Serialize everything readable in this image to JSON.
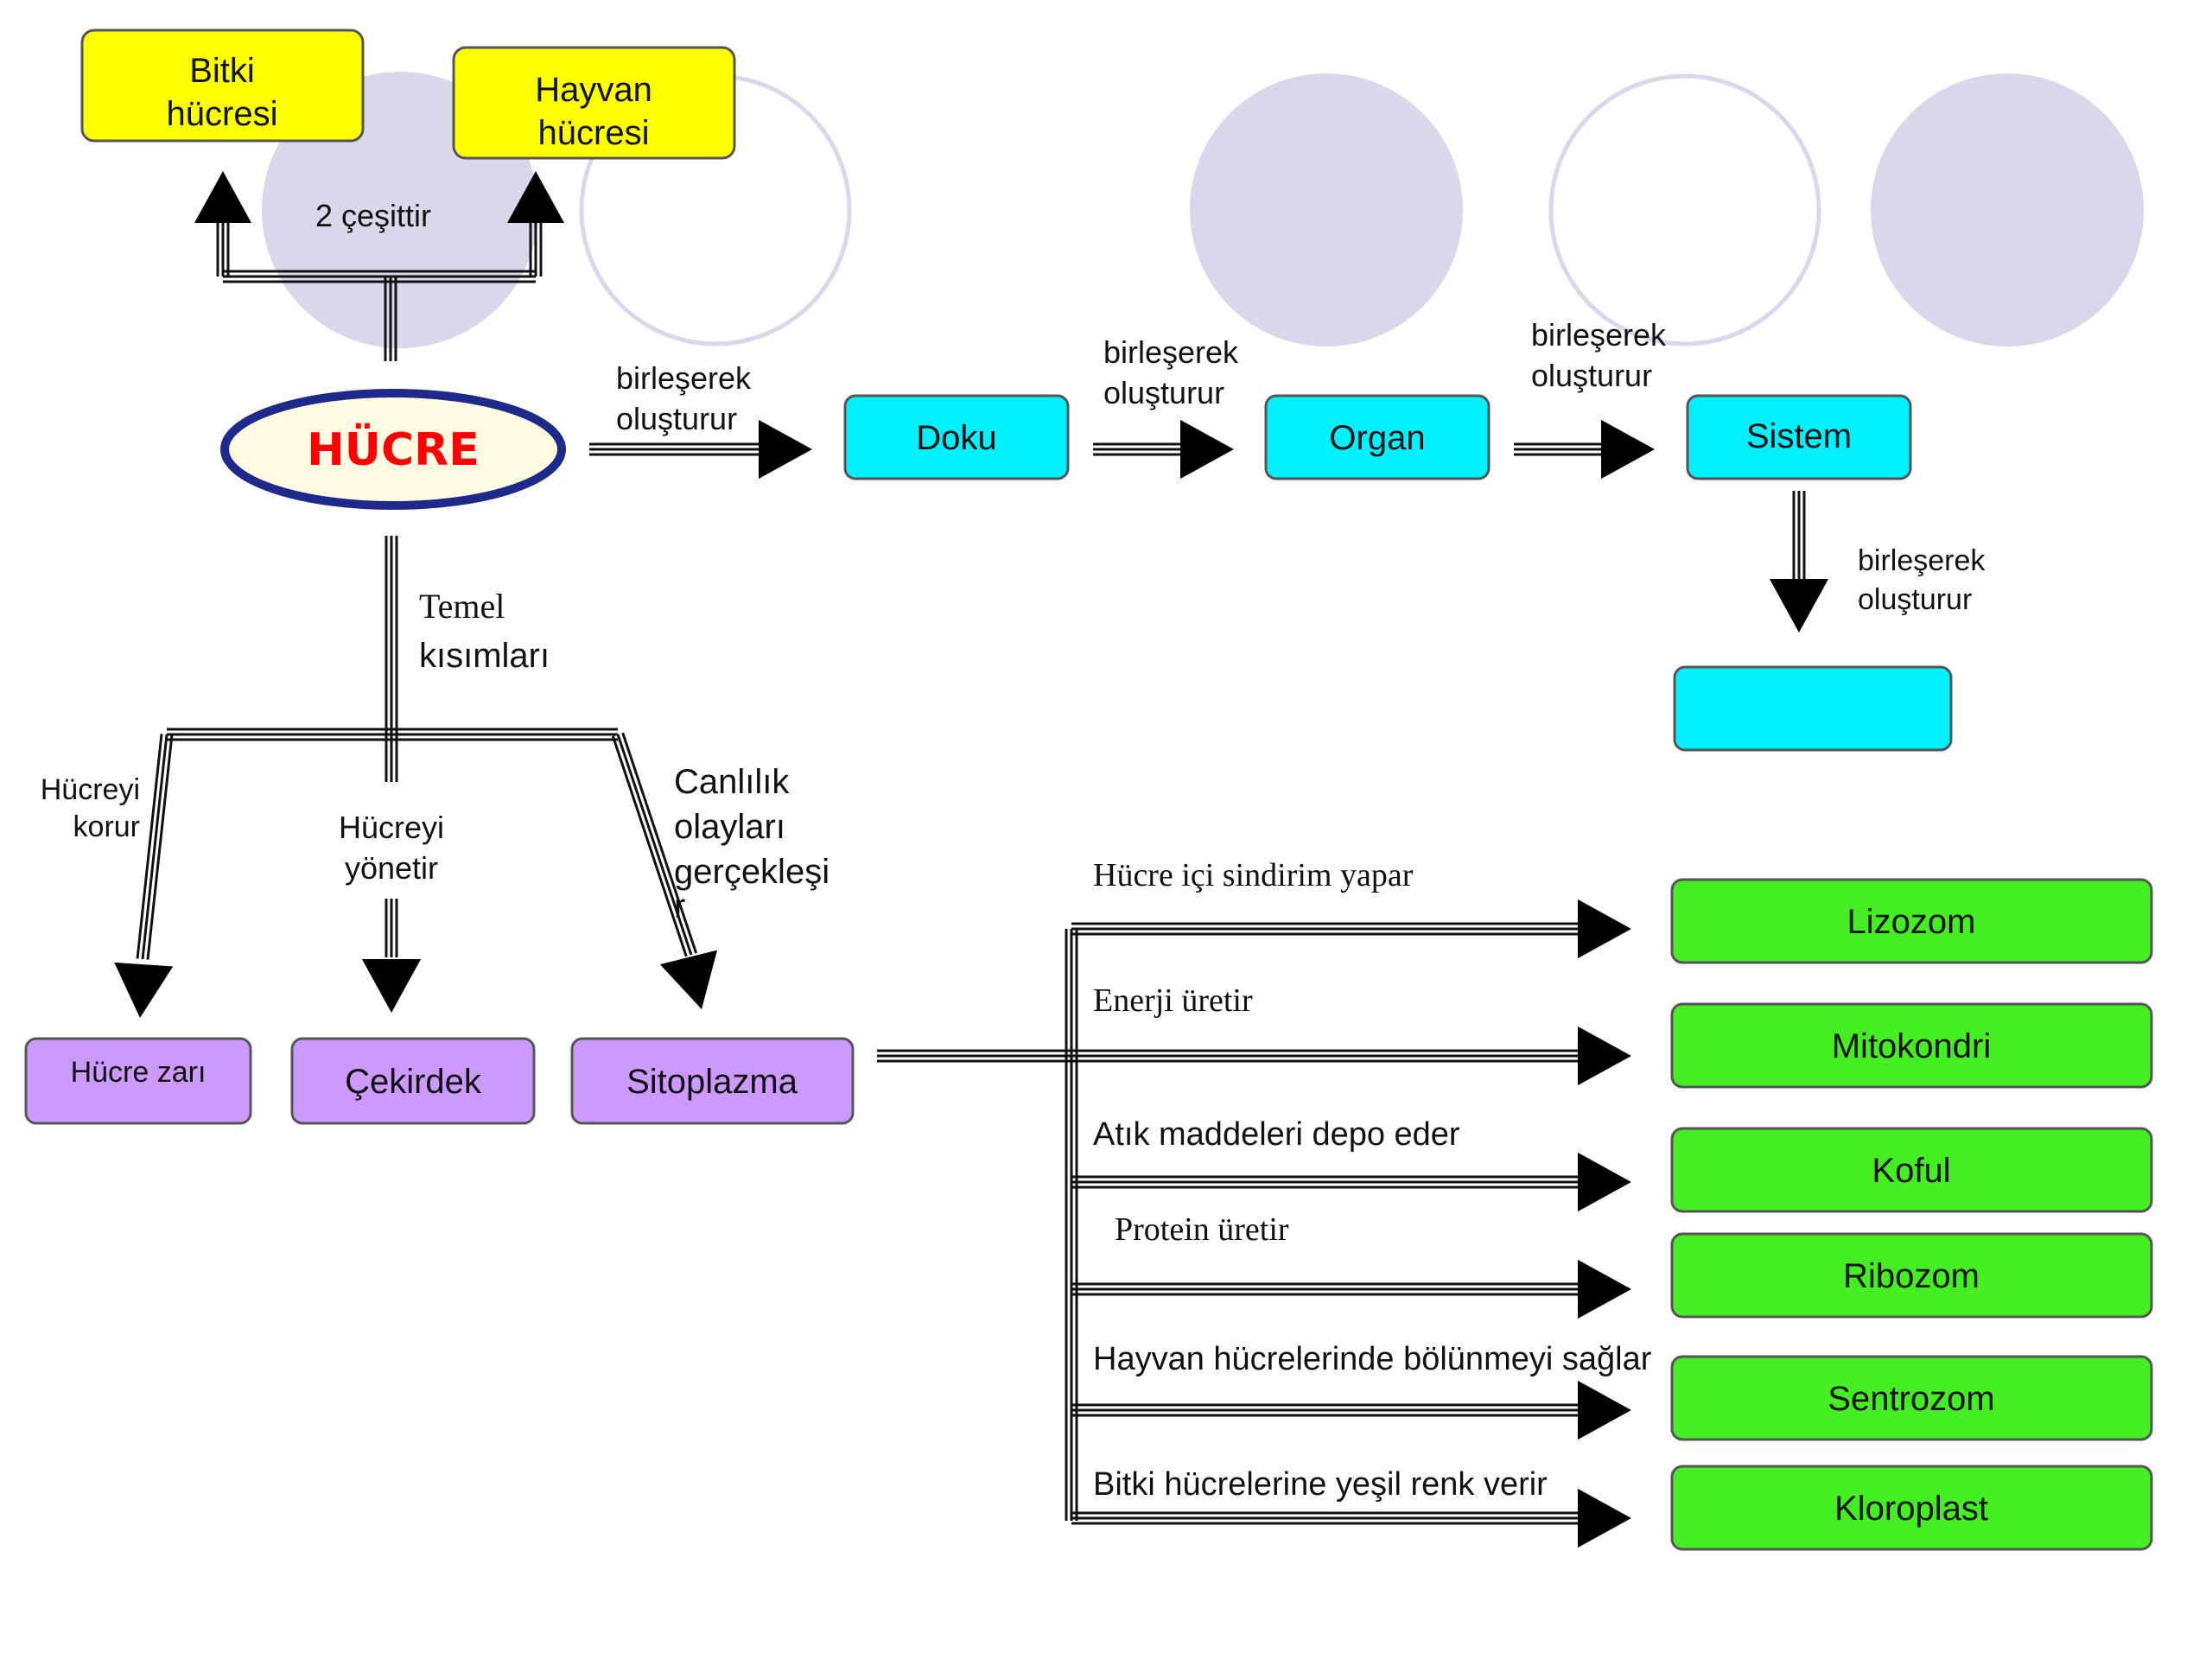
{
  "colors": {
    "yellow": "#ffff00",
    "cyan": "#00f0ff",
    "purple": "#cc99ff",
    "green": "#44ee22",
    "circle": "#d8d8ea",
    "hucre_text": "#ff0000",
    "hucre_border": "#1e2a8a",
    "hucre_fill": "#fffbe3"
  },
  "top": {
    "bitki": [
      "Bitki",
      "hücresi"
    ],
    "hayvan": [
      "Hayvan",
      "hücresi"
    ],
    "types_label": "2 çeşittir"
  },
  "center": {
    "hucre": "HÜCRE"
  },
  "chain": {
    "connector": [
      "birleşerek",
      "oluşturur"
    ],
    "doku": "Doku",
    "organ": "Organ",
    "sistem": "Sistem",
    "last": ""
  },
  "parts": {
    "label": [
      "Temel",
      "kısımları"
    ],
    "left_desc": [
      "Hücreyi",
      "korur"
    ],
    "mid_desc": [
      "Hücreyi",
      "yönetir"
    ],
    "right_desc": [
      "Canlılık",
      "olayları",
      "gerçekleşi",
      "r"
    ],
    "hucre_zari": "Hücre zarı",
    "cekirdek": "Çekirdek",
    "sitoplazma": "Sitoplazma"
  },
  "organelles": [
    {
      "function": "Hücre içi sindirim yapar",
      "name": "Lizozom"
    },
    {
      "function": "Enerji üretir",
      "name": "Mitokondri"
    },
    {
      "function": "Atık maddeleri depo eder",
      "name": "Koful"
    },
    {
      "function": "Protein üretir",
      "name": "Ribozom"
    },
    {
      "function": "Hayvan hücrelerinde bölünmeyi sağlar",
      "name": "Sentrozom"
    },
    {
      "function": "Bitki hücrelerine yeşil renk verir",
      "name": "Kloroplast"
    }
  ]
}
